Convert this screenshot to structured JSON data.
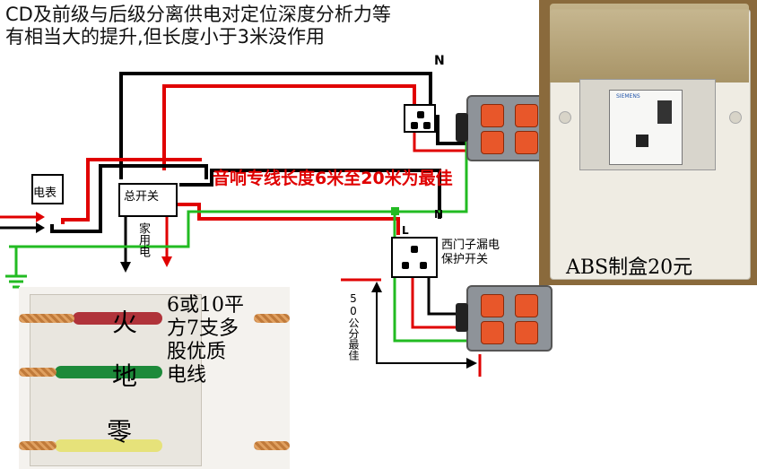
{
  "title": "CD及前级与后级分离供电对定位深度分析力等\n有相当大的提升,但长度小于3米没作用",
  "labels": {
    "meter": "电表",
    "main_switch": "总开关",
    "household": "家用电",
    "special_line": "音响专线长度6米至20米为最佳",
    "breaker": "西门子漏电\n保护开关",
    "distance": "50公分最佳",
    "n_top": "N",
    "n_mid": "N",
    "l_mid": "L"
  },
  "photo_box": {
    "caption": "ABS制盒20元",
    "brand": "SIEMENS"
  },
  "photo_cable": {
    "fire": "火",
    "ground": "地",
    "neutral": "零",
    "text": "6或10平\n方7支多\n股优质\n电线"
  },
  "colors": {
    "live": "#e00000",
    "neutral": "#000000",
    "ground": "#22bb22"
  }
}
